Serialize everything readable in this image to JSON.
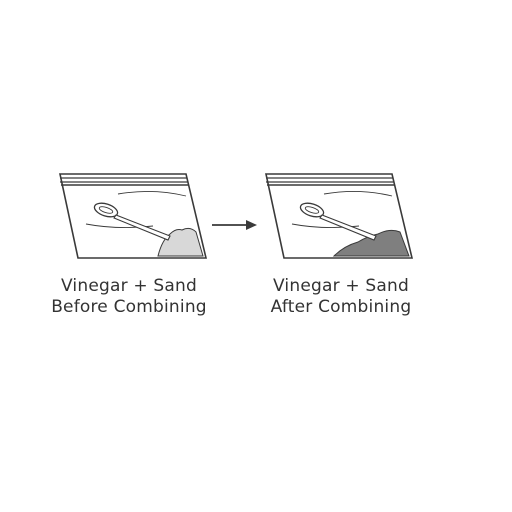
{
  "panels": [
    {
      "id": "before",
      "caption_line1": "Vinegar + Sand",
      "caption_line2": "Before Combining",
      "sand_fill": "#d8d8d8"
    },
    {
      "id": "after",
      "caption_line1": "Vinegar + Sand",
      "caption_line2": "After Combining",
      "sand_fill": "#7f7f7f"
    }
  ],
  "colors": {
    "outline": "#3a3a3a",
    "text": "#333333",
    "arrow": "#3a3a3a"
  },
  "icons": {
    "bag": "zip-bag-icon",
    "spoon": "spoon-icon",
    "arrow": "right-arrow-icon"
  }
}
